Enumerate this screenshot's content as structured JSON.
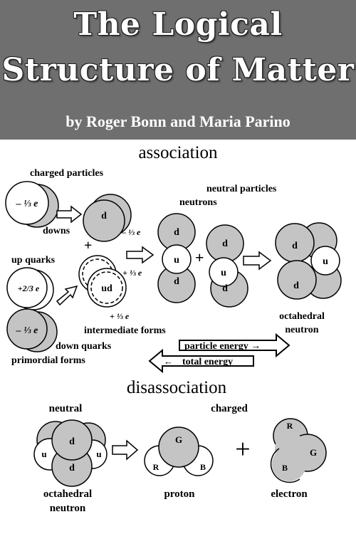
{
  "cover": {
    "title_line1": "The Logical",
    "title_line2": "Structure of Matter",
    "authors": "by Roger Bonn and Maria Parino"
  },
  "colors": {
    "header_bg": "#6f6f6f",
    "particle_fill": "#c4c4c4",
    "outline": "#000000",
    "background": "#ffffff"
  },
  "association": {
    "heading": "association",
    "labels": {
      "charged_particles": "charged particles",
      "downs": "downs",
      "up_quarks": "up quarks",
      "down_quarks": "down quarks",
      "primordial_forms": "primordial forms",
      "intermediate_forms": "intermediate forms",
      "neutral_particles": "neutral particles",
      "neutrons": "neutrons",
      "octahedral": "octahedral",
      "neutron": "neutron"
    },
    "charges": {
      "minus_third_top": "– ⅓ e",
      "plus_two_thirds": "+2/3 e",
      "minus_third_bottom": "– ⅓ e",
      "minus_third_down": "– ⅓ e",
      "plus_third_a": "+ ⅓ e",
      "plus_third_b": "+ ⅓ e"
    },
    "particles": {
      "d": "d",
      "u": "u",
      "ud": "ud"
    },
    "operators": {
      "plus": "+"
    },
    "energy": {
      "particle_energy": "particle energy →",
      "total_energy": "total energy"
    }
  },
  "disassociation": {
    "heading": "disassociation",
    "labels": {
      "neutral": "neutral",
      "charged": "charged",
      "octahedral": "octahedral",
      "neutron": "neutron",
      "proton": "proton",
      "electron": "electron"
    },
    "particles": {
      "d": "d",
      "u": "u",
      "G": "G",
      "R": "R",
      "B": "B"
    },
    "operators": {
      "plus": "+"
    }
  }
}
